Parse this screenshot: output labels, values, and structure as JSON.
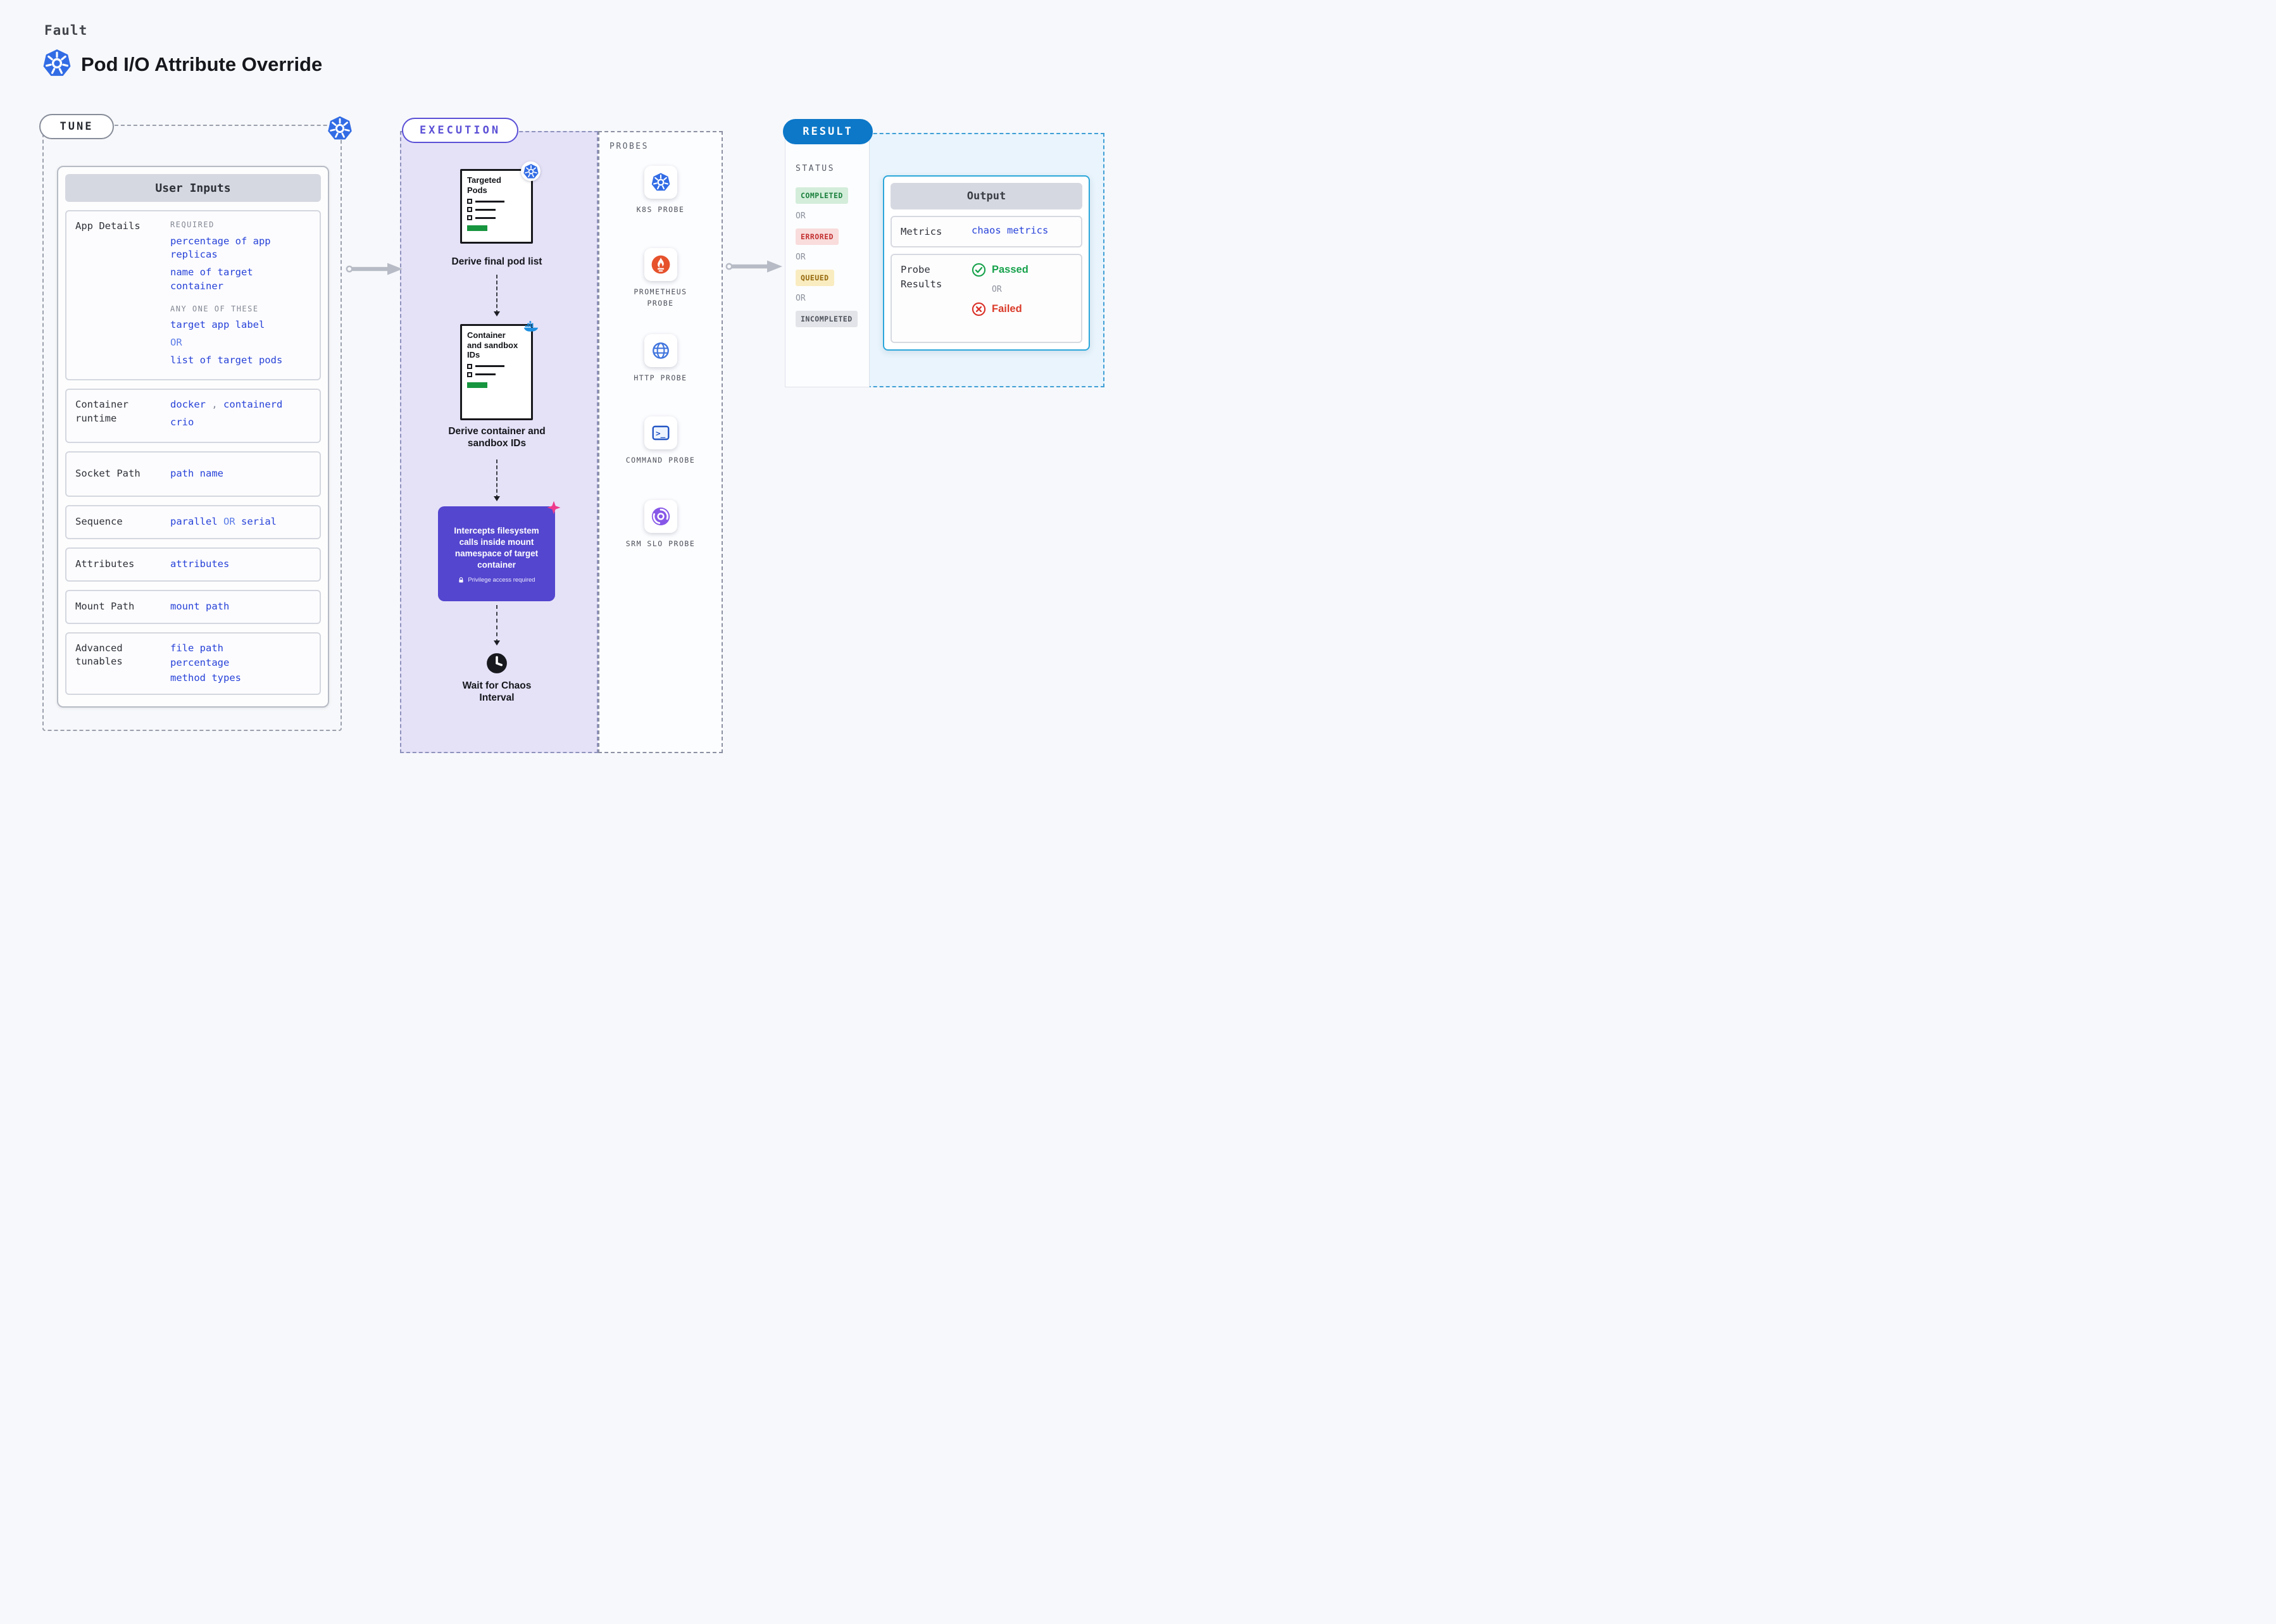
{
  "colors": {
    "value_blue": "#2742d8",
    "execution_purple": "#5b50d6",
    "intercept_purple": "#5446cf",
    "result_blue": "#0d78c8",
    "output_border_cyan": "#2ba7da",
    "status_completed_green": "#1a7f3c",
    "status_errored_red": "#c22f2f",
    "status_queued_yellow": "#95670a",
    "passed_green": "#17a24b",
    "failed_red": "#da3a28",
    "kubernetes_blue": "#326ce5",
    "docker_blue": "#1d8fe1",
    "prometheus_orange": "#e6522c",
    "srm_slo_purple": "#8757e8",
    "doc_green_bar": "#17953f"
  },
  "common": {
    "or": "OR",
    "comma": ","
  },
  "header": {
    "kicker": "Fault",
    "title": "Pod I/O Attribute Override"
  },
  "tune": {
    "label": "TUNE",
    "panel_title": "User Inputs",
    "app_details": {
      "label": "App Details",
      "required_caption": "REQUIRED",
      "required_values": [
        "percentage of app replicas",
        "name of target container"
      ],
      "any_caption": "ANY ONE OF THESE",
      "option_a": "target app label",
      "option_b": "list of target pods"
    },
    "container_runtime": {
      "label": "Container runtime",
      "value_a": "docker",
      "value_b": "containerd",
      "value_c": "crio"
    },
    "socket_path": {
      "label": "Socket Path",
      "value": "path name"
    },
    "sequence": {
      "label": "Sequence",
      "value_a": "parallel",
      "value_b": "serial"
    },
    "attributes": {
      "label": "Attributes",
      "value": "attributes"
    },
    "mount_path": {
      "label": "Mount Path",
      "value": "mount path"
    },
    "advanced_tunables": {
      "label": "Advanced tunables",
      "values": [
        "file path",
        "percentage",
        "method types"
      ]
    }
  },
  "execution": {
    "label": "EXECUTION",
    "doc1": {
      "title": "Targeted Pods",
      "caption": "Derive final pod list"
    },
    "doc2": {
      "title": "Container and sandbox IDs",
      "caption": "Derive container and sandbox IDs"
    },
    "intercept": {
      "text": "Intercepts filesystem calls inside mount namespace of target container",
      "note": "Privilege access required"
    },
    "wait": {
      "caption": "Wait for Chaos Interval"
    }
  },
  "probes": {
    "label": "PROBES",
    "items": [
      {
        "label": "K8S PROBE",
        "icon": "kubernetes-icon"
      },
      {
        "label": "PROMETHEUS PROBE",
        "icon": "prometheus-icon"
      },
      {
        "label": "HTTP PROBE",
        "icon": "globe-icon"
      },
      {
        "label": "COMMAND PROBE",
        "icon": "terminal-icon"
      },
      {
        "label": "SRM SLO PROBE",
        "icon": "slo-dial-icon"
      }
    ]
  },
  "result": {
    "label": "RESULT",
    "status_title": "STATUS",
    "statuses": [
      "COMPLETED",
      "ERRORED",
      "QUEUED",
      "INCOMPLETED"
    ],
    "output": {
      "title": "Output",
      "metrics_label": "Metrics",
      "metrics_value": "chaos metrics",
      "probe_results_label": "Probe Results",
      "passed": "Passed",
      "failed": "Failed"
    }
  }
}
